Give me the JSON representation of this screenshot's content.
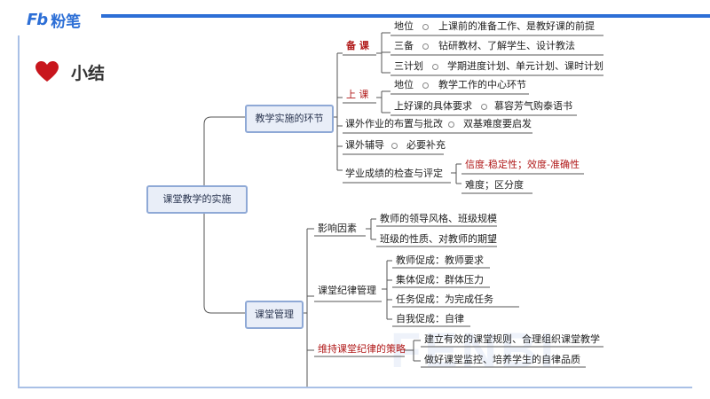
{
  "brand": {
    "name": "粉笔",
    "mark": "Fb"
  },
  "section_title": "小结",
  "watermark": "FENBI",
  "root": "课堂教学的实施",
  "branch1": {
    "label": "教学实施的环节",
    "beike": {
      "label": "备 课",
      "items": [
        {
          "k": "地位",
          "v": "上课前的准备工作、是教好课的前提"
        },
        {
          "k": "三备",
          "v": "钻研教材、了解学生、设计教法"
        },
        {
          "k": "三计划",
          "v": "学期进度计划、单元计划、课时计划"
        }
      ]
    },
    "shangke": {
      "label": "上 课",
      "items": [
        {
          "k": "地位",
          "v": "教学工作的中心环节"
        },
        {
          "k": "上好课的具体要求",
          "v": "慕容芳气购泰语书"
        }
      ]
    },
    "homework": {
      "k": "课外作业的布置与批改",
      "v": "双基难度要启发"
    },
    "tutoring": {
      "k": "课外辅导",
      "v": "必要补充"
    },
    "assessment": {
      "k": "学业成绩的检查与评定",
      "v1": "信度-稳定性；效度-准确性",
      "v2": "难度；区分度"
    }
  },
  "branch2": {
    "label": "课堂管理",
    "factors": {
      "label": "影响因素",
      "items": [
        "教师的领导风格、班级规模",
        "班级的性质、对教师的期望"
      ]
    },
    "discipline": {
      "label": "课堂纪律管理",
      "items": [
        "教师促成：教师要求",
        "集体促成：群体压力",
        "任务促成：为完成任务",
        "自我促成：自律"
      ]
    },
    "strategy": {
      "label": "维持课堂纪律的策略",
      "items": [
        "建立有效的课堂规则、合理组织课堂教学",
        "做好课堂监控、培养学生的自律品质"
      ]
    }
  }
}
